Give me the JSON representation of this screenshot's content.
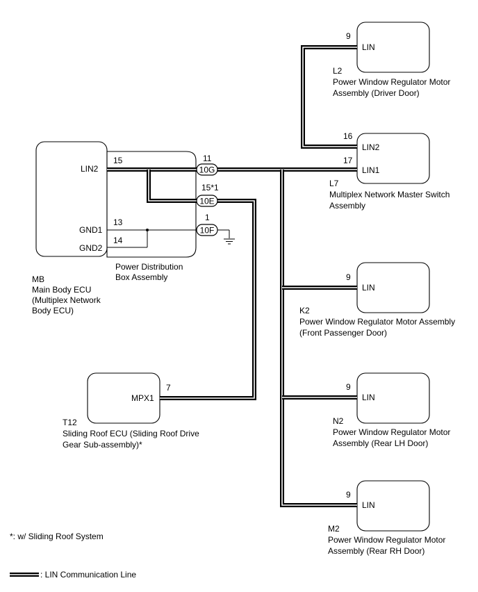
{
  "components": {
    "mb": {
      "code": "MB",
      "name_lines": [
        "Main Body ECU",
        "(Multiplex Network",
        "Body ECU)"
      ],
      "pins": {
        "lin2": {
          "name": "LIN2",
          "num": "15"
        },
        "gnd1": {
          "name": "GND1",
          "num": "13"
        },
        "gnd2": {
          "name": "GND2",
          "num": "14"
        }
      }
    },
    "pdb": {
      "name_lines": [
        "Power Distribution",
        "Box Assembly"
      ],
      "connectors": {
        "c10g": {
          "id": "10G",
          "pin": "11"
        },
        "c10e": {
          "id": "10E",
          "pin": "15*1"
        },
        "c10f": {
          "id": "10F",
          "pin": "1"
        }
      }
    },
    "l2": {
      "code": "L2",
      "name_lines": [
        "Power Window Regulator Motor",
        "Assembly (Driver Door)"
      ],
      "pin_name": "LIN",
      "pin_num": "9"
    },
    "l7": {
      "code": "L7",
      "name_lines": [
        "Multiplex Network Master Switch",
        "Assembly"
      ],
      "pins": {
        "lin2": {
          "name": "LIN2",
          "num": "16"
        },
        "lin1": {
          "name": "LIN1",
          "num": "17"
        }
      }
    },
    "k2": {
      "code": "K2",
      "name_lines": [
        "Power Window Regulator Motor Assembly",
        "(Front Passenger Door)"
      ],
      "pin_name": "LIN",
      "pin_num": "9"
    },
    "t12": {
      "code": "T12",
      "name_lines": [
        "Sliding Roof ECU (Sliding Roof Drive",
        "Gear Sub-assembly)*"
      ],
      "pin_name": "MPX1",
      "pin_num": "7"
    },
    "n2": {
      "code": "N2",
      "name_lines": [
        "Power Window Regulator Motor",
        "Assembly (Rear LH Door)"
      ],
      "pin_name": "LIN",
      "pin_num": "9"
    },
    "m2": {
      "code": "M2",
      "name_lines": [
        "Power Window Regulator Motor",
        "Assembly (Rear RH Door)"
      ],
      "pin_name": "LIN",
      "pin_num": "9"
    }
  },
  "footnote": "*: w/ Sliding Roof System",
  "legend": {
    "label": ": LIN Communication Line"
  }
}
